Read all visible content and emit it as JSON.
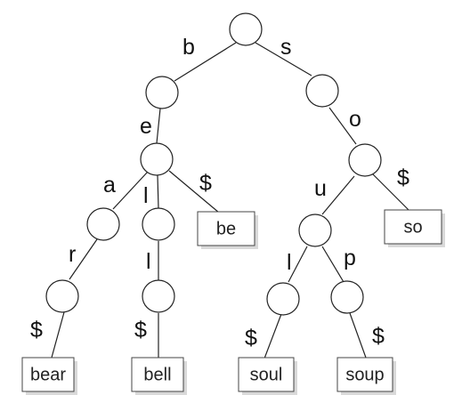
{
  "trie": {
    "edge_labels": {
      "b": "b",
      "s": "s",
      "e": "e",
      "o": "o",
      "a": "a",
      "l_be": "l",
      "end_be": "$",
      "u": "u",
      "end_so": "$",
      "r": "r",
      "l_bel": "l",
      "l_sou": "l",
      "p": "p",
      "end_bear": "$",
      "end_bell": "$",
      "end_soul": "$",
      "end_soup": "$"
    },
    "words": {
      "be": "be",
      "so": "so",
      "bear": "bear",
      "bell": "bell",
      "soul": "soul",
      "soup": "soup"
    }
  }
}
